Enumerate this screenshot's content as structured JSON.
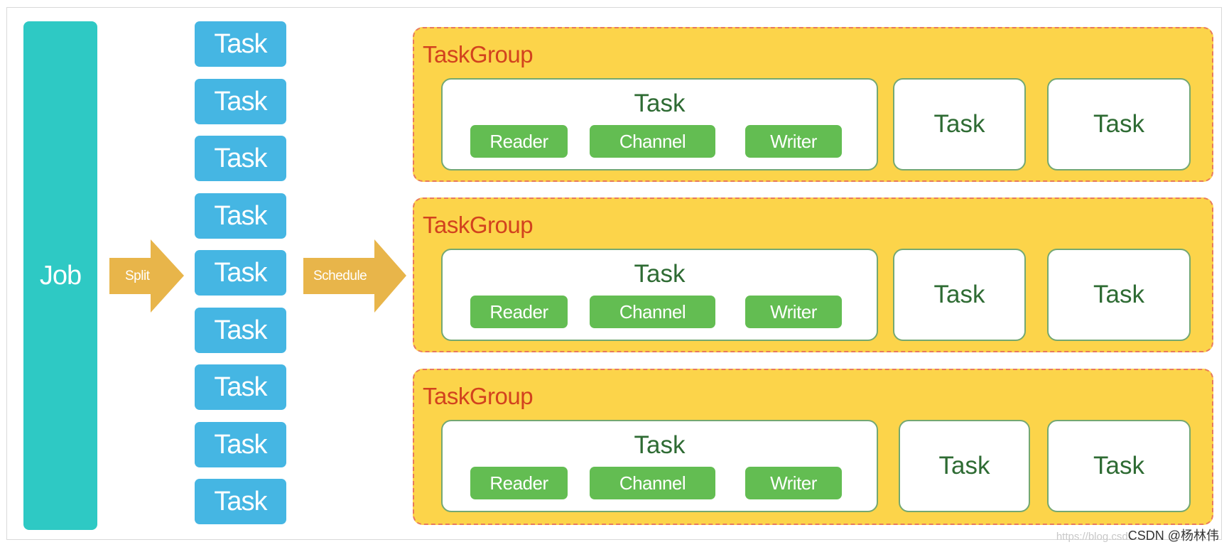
{
  "job": {
    "label": "Job"
  },
  "arrows": {
    "split_label": "Split",
    "schedule_label": "Schedule"
  },
  "tasks": [
    "Task",
    "Task",
    "Task",
    "Task",
    "Task",
    "Task",
    "Task",
    "Task",
    "Task"
  ],
  "task_groups": [
    {
      "title": "TaskGroup",
      "main_task": {
        "label": "Task",
        "components": [
          "Reader",
          "Channel",
          "Writer"
        ]
      },
      "side_tasks": [
        "Task",
        "Task"
      ]
    },
    {
      "title": "TaskGroup",
      "main_task": {
        "label": "Task",
        "components": [
          "Reader",
          "Channel",
          "Writer"
        ]
      },
      "side_tasks": [
        "Task",
        "Task"
      ]
    },
    {
      "title": "TaskGroup",
      "main_task": {
        "label": "Task",
        "components": [
          "Reader",
          "Channel",
          "Writer"
        ]
      },
      "side_tasks": [
        "Task",
        "Task"
      ]
    }
  ],
  "watermark": {
    "url_fragment": "https://blog.csd",
    "text": "CSDN @杨林伟"
  },
  "colors": {
    "job": "#2ec9c4",
    "task": "#45b6e3",
    "arrow": "#e8b54a",
    "group_bg": "#fcd44a",
    "group_border": "#e87a5c",
    "group_title": "#d2421e",
    "component": "#63bd52",
    "task_text": "#2e6b33"
  }
}
